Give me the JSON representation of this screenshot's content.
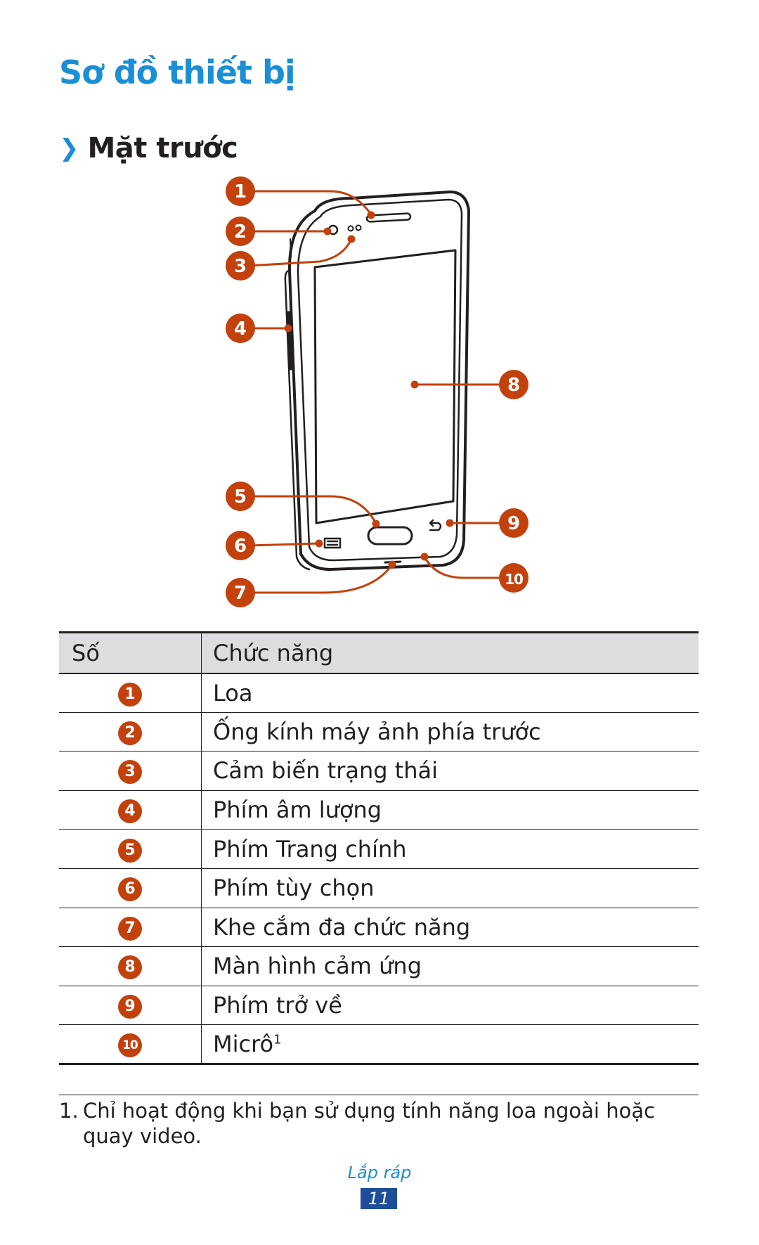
{
  "page": {
    "title": "Sơ đồ thiết bị",
    "section_title": "Mặt trước",
    "section_chevron": "❯"
  },
  "diagram": {
    "callouts": [
      "1",
      "2",
      "3",
      "4",
      "5",
      "6",
      "7",
      "8",
      "9",
      "10"
    ]
  },
  "table": {
    "headers": [
      "Số",
      "Chức năng"
    ],
    "rows": [
      {
        "num": "1",
        "label": "Loa"
      },
      {
        "num": "2",
        "label": "Ống kính máy ảnh phía trước"
      },
      {
        "num": "3",
        "label": "Cảm biến trạng thái"
      },
      {
        "num": "4",
        "label": "Phím âm lượng"
      },
      {
        "num": "5",
        "label": "Phím Trang chính"
      },
      {
        "num": "6",
        "label": "Phím tùy chọn"
      },
      {
        "num": "7",
        "label": "Khe cắm đa chức năng"
      },
      {
        "num": "8",
        "label": "Màn hình cảm ứng"
      },
      {
        "num": "9",
        "label": "Phím trở về"
      },
      {
        "num": "10",
        "label": "Micrô",
        "footnote_ref": "1"
      }
    ]
  },
  "footnote": {
    "number": "1.",
    "text": "Chỉ hoạt động khi bạn sử dụng tính năng loa ngoài hoặc quay video."
  },
  "footer": {
    "section": "Lắp ráp",
    "page_number": "11"
  },
  "colors": {
    "title_blue": "#1a8fd6",
    "callout_orange": "#c2410c",
    "page_badge_blue": "#1f4e99"
  }
}
